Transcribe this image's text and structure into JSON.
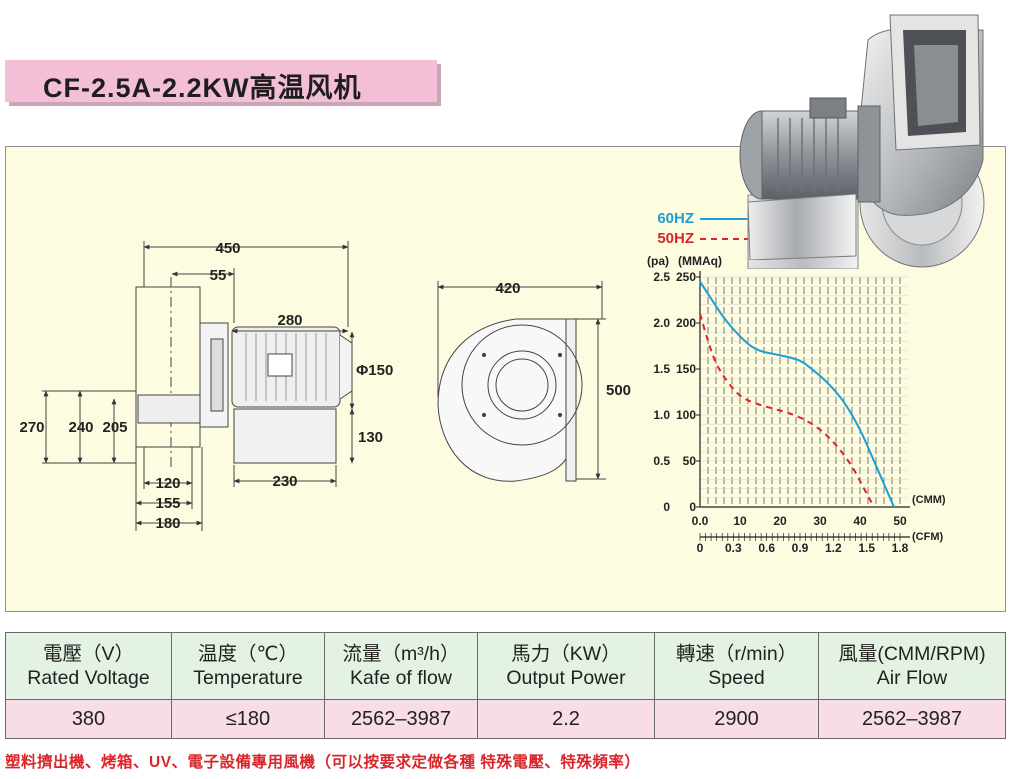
{
  "title": "CF-2.5A-2.2KW高温风机",
  "drawing": {
    "side_view": {
      "dim_overall": "450",
      "dim_outlet": "55",
      "dim_motor": "280",
      "dim_motor_dia": "Φ150",
      "dim_heights": [
        "270",
        "240",
        "205"
      ],
      "dim_base_height": "130",
      "dim_base_width": "230",
      "dim_bottom": [
        "120",
        "155",
        "180"
      ]
    },
    "front_view": {
      "dim_width": "420",
      "dim_height": "500"
    }
  },
  "chart_data": {
    "type": "line",
    "series": [
      {
        "name": "60HZ",
        "color": "#1a9fd6",
        "style": "solid",
        "x": [
          0,
          3,
          6,
          10,
          14,
          20,
          25,
          28,
          32,
          36,
          40,
          43,
          46,
          48.5
        ],
        "y": [
          2.45,
          2.25,
          2.05,
          1.85,
          1.7,
          1.65,
          1.6,
          1.5,
          1.35,
          1.15,
          0.85,
          0.55,
          0.25,
          0
        ]
      },
      {
        "name": "50HZ",
        "color": "#d9262a",
        "style": "dashed",
        "x": [
          0,
          2,
          4,
          7,
          10,
          14,
          20,
          25,
          30,
          34,
          38,
          41,
          43.5
        ],
        "y": [
          2.1,
          1.8,
          1.55,
          1.35,
          1.2,
          1.12,
          1.05,
          0.98,
          0.85,
          0.68,
          0.45,
          0.2,
          0
        ]
      }
    ],
    "y_axis_left_label": "(pa)",
    "y_axis_right_label": "(MMAq)",
    "y_ticks_pa": [
      "2.5",
      "2.0",
      "1.5",
      "1.0",
      "0.5",
      "0"
    ],
    "y_ticks_mmaq": [
      "250",
      "200",
      "150",
      "100",
      "50",
      "0"
    ],
    "x_ticks_cmm": [
      "0.0",
      "10",
      "20",
      "30",
      "40",
      "50"
    ],
    "x_label_cmm": "(CMM)",
    "x_ticks_cfm": [
      "0",
      "0.3",
      "0.6",
      "0.9",
      "1.2",
      "1.5",
      "1.8"
    ],
    "x_label_cfm": "(CFM)",
    "xlim": [
      0,
      50
    ],
    "ylim": [
      0,
      2.5
    ],
    "grid": true
  },
  "specs": {
    "headers": [
      {
        "zh": "電壓（V）",
        "en": "Rated Voltage"
      },
      {
        "zh": "温度（℃）",
        "en": "Temperature"
      },
      {
        "zh": "流量（m³/h）",
        "en": "Kafe of flow"
      },
      {
        "zh": "馬力（KW）",
        "en": "Output Power"
      },
      {
        "zh": "轉速（r/min）",
        "en": "Speed"
      },
      {
        "zh": "風量(CMM/RPM)",
        "en": "Air Flow"
      }
    ],
    "values": [
      "380",
      "≤180",
      "2562–3987",
      "2.2",
      "2900",
      "2562–3987"
    ]
  },
  "footnote": "塑料擠出機、烤箱、UV、電子設備專用風機（可以按要求定做各種 特殊電壓、特殊頻率）"
}
